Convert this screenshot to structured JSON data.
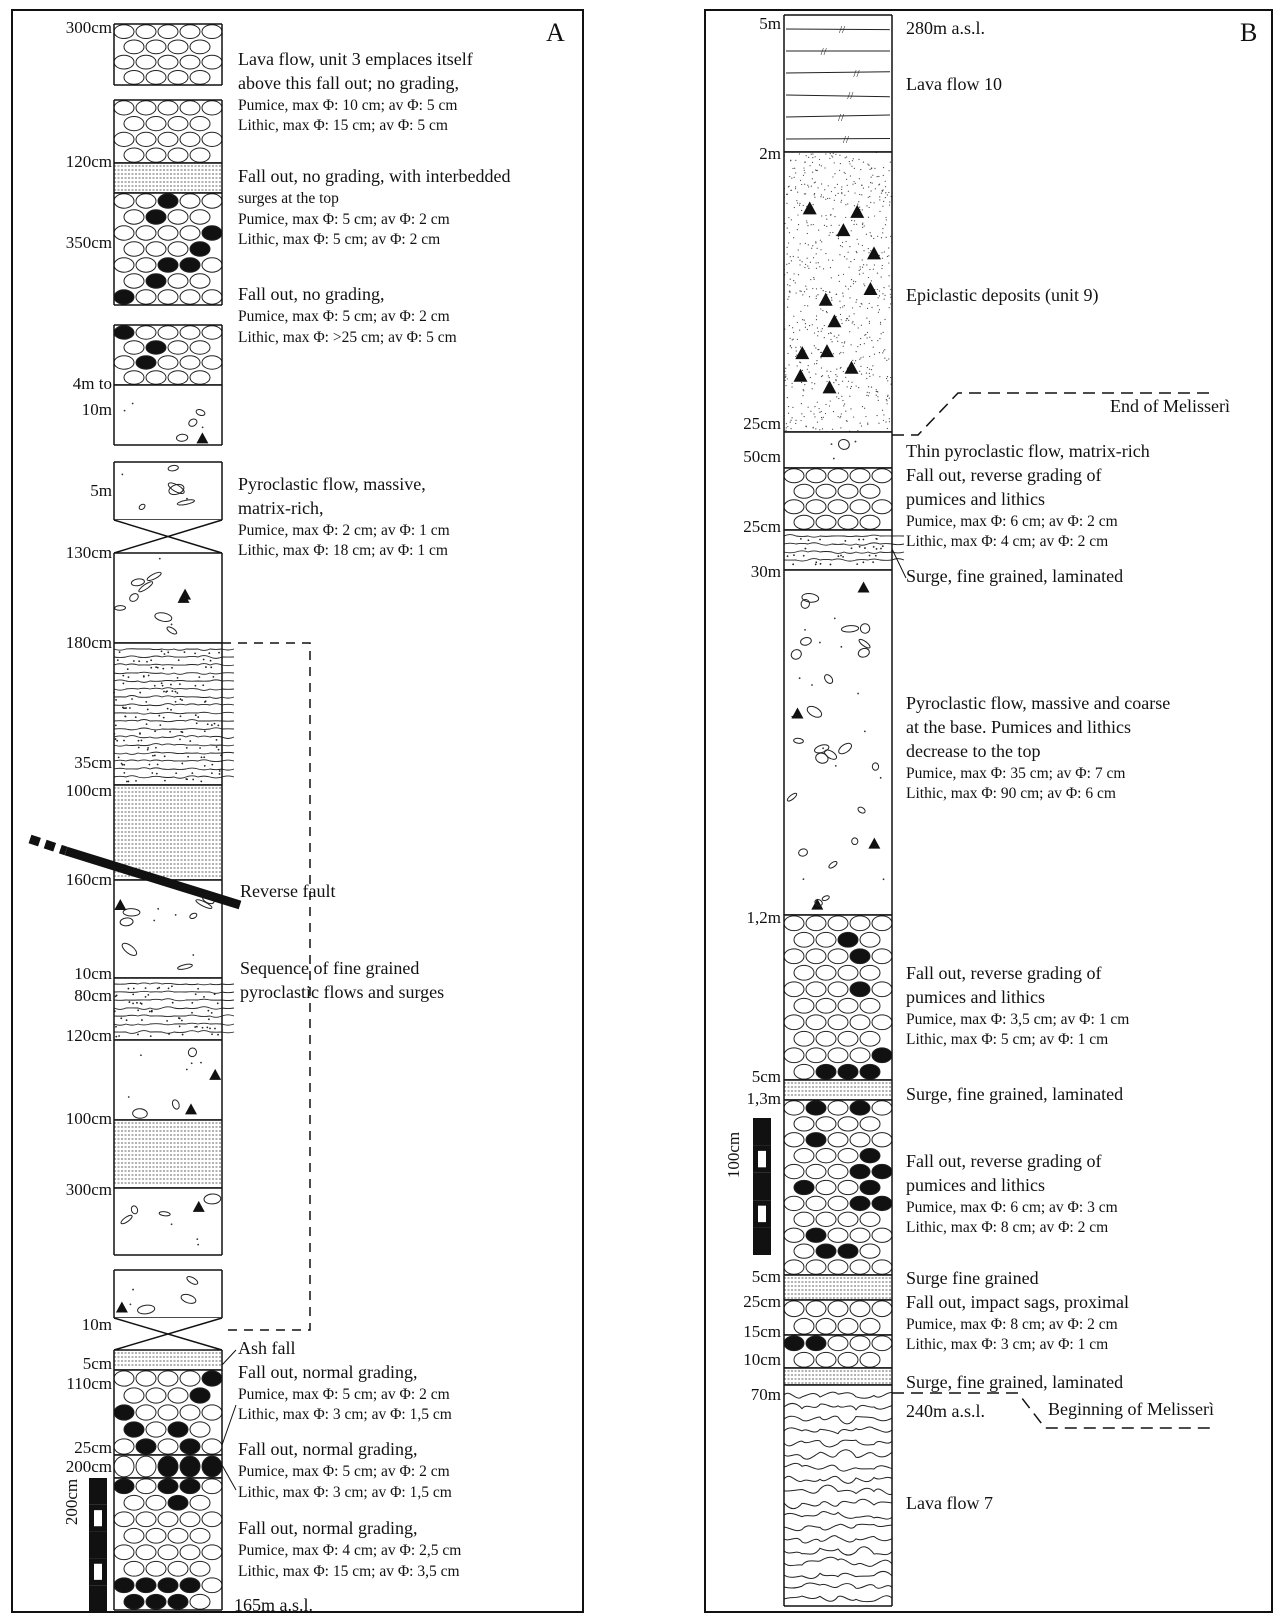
{
  "panelA": {
    "title": "A",
    "scale_label": "200cm",
    "labels": [
      "300cm",
      "120cm",
      "350cm",
      "4m to",
      "10m",
      "5m",
      "130cm",
      "180cm",
      "35cm",
      "100cm",
      "160cm",
      "10cm",
      "80cm",
      "120cm",
      "100cm",
      "300cm",
      "10m",
      "5cm",
      "110cm",
      "25cm",
      "200cm"
    ],
    "descriptions": [
      {
        "main": [
          "Lava flow, unit 3 emplaces itself",
          "above this fall out; no grading,"
        ],
        "sub": [
          "Pumice, max Φ: 10 cm; av Φ: 5 cm",
          "Lithic, max Φ: 15 cm; av Φ: 5 cm"
        ]
      },
      {
        "main": [
          "Fall out, no grading, with interbedded"
        ],
        "sub": [
          "surges at the top",
          "Pumice, max Φ: 5 cm; av Φ: 2 cm",
          "Lithic, max Φ: 5 cm; av Φ: 2 cm"
        ]
      },
      {
        "main": [
          "Fall out, no grading,"
        ],
        "sub": [
          "Pumice, max Φ: 5 cm; av Φ: 2 cm",
          "Lithic, max Φ: >25 cm; av Φ: 5 cm"
        ]
      },
      {
        "main": [
          "Pyroclastic flow, massive,",
          "matrix-rich,"
        ],
        "sub": [
          "Pumice, max Φ: 2 cm; av Φ: 1 cm",
          "Lithic, max Φ: 18 cm; av Φ: 1 cm"
        ]
      },
      {
        "main": [
          "Reverse fault"
        ],
        "sub": []
      },
      {
        "main": [
          "Sequence of fine grained",
          "pyroclastic flows and surges"
        ],
        "sub": []
      },
      {
        "main": [
          "Ash fall",
          "Fall out, normal grading,"
        ],
        "sub": [
          "Pumice, max Φ: 5 cm; av Φ: 2 cm",
          "Lithic, max Φ: 3 cm; av Φ: 1,5 cm"
        ]
      },
      {
        "main": [
          "Fall out, normal grading,"
        ],
        "sub": [
          "Pumice, max Φ: 5 cm; av Φ: 2 cm",
          "Lithic, max Φ: 3 cm; av Φ: 1,5 cm"
        ]
      },
      {
        "main": [
          "Fall out, normal grading,"
        ],
        "sub": [
          "Pumice, max Φ: 4 cm; av Φ: 2,5 cm",
          "Lithic, max Φ: 15 cm; av Φ: 3,5 cm"
        ]
      },
      {
        "main": [
          "165m a.s.l."
        ],
        "sub": []
      }
    ]
  },
  "panelB": {
    "title": "B",
    "scale_label": "100cm",
    "labels": [
      "5m",
      "2m",
      "25cm",
      "50cm",
      "25cm",
      "30m",
      "1,2m",
      "5cm",
      "1,3m",
      "5cm",
      "25cm",
      "15cm",
      "10cm",
      "70m"
    ],
    "descriptions": [
      {
        "main": [
          "280m a.s.l."
        ],
        "sub": []
      },
      {
        "main": [
          "Lava flow 10"
        ],
        "sub": []
      },
      {
        "main": [
          "Epiclastic deposits (unit 9)"
        ],
        "sub": []
      },
      {
        "main": [
          "End of Melisserì"
        ],
        "sub": []
      },
      {
        "main": [
          "Thin pyroclastic flow, matrix-rich",
          "Fall out, reverse grading of",
          "pumices and lithics"
        ],
        "sub": [
          "Pumice, max Φ: 6 cm; av Φ: 2 cm",
          "Lithic, max Φ: 4 cm; av Φ: 2 cm"
        ]
      },
      {
        "main": [
          "Surge, fine grained, laminated"
        ],
        "sub": []
      },
      {
        "main": [
          "Pyroclastic flow, massive and coarse",
          "at the base. Pumices and lithics",
          "decrease to the top"
        ],
        "sub": [
          "Pumice, max Φ: 35 cm; av Φ: 7 cm",
          "Lithic, max Φ: 90 cm; av Φ: 6 cm"
        ]
      },
      {
        "main": [
          "Fall out, reverse grading of",
          "pumices and lithics"
        ],
        "sub": [
          "Pumice, max Φ: 3,5 cm; av Φ: 1 cm",
          "Lithic, max Φ: 5 cm; av Φ: 1 cm"
        ]
      },
      {
        "main": [
          "Surge, fine grained, laminated"
        ],
        "sub": []
      },
      {
        "main": [
          "Fall out, reverse grading of",
          "pumices and lithics"
        ],
        "sub": [
          "Pumice, max Φ: 6 cm; av Φ: 3 cm",
          "Lithic, max Φ: 8 cm; av Φ: 2 cm"
        ]
      },
      {
        "main": [
          "Surge fine grained",
          "Fall out, impact sags, proximal"
        ],
        "sub": [
          "Pumice, max Φ: 8 cm; av Φ: 2 cm",
          "Lithic, max Φ: 3 cm; av Φ: 1 cm"
        ]
      },
      {
        "main": [
          "Surge, fine grained, laminated"
        ],
        "sub": []
      },
      {
        "main": [
          "240m a.s.l."
        ],
        "sub": []
      },
      {
        "main": [
          "Beginning of Melisserì"
        ],
        "sub": []
      },
      {
        "main": [
          "Lava flow 7"
        ],
        "sub": []
      }
    ]
  }
}
